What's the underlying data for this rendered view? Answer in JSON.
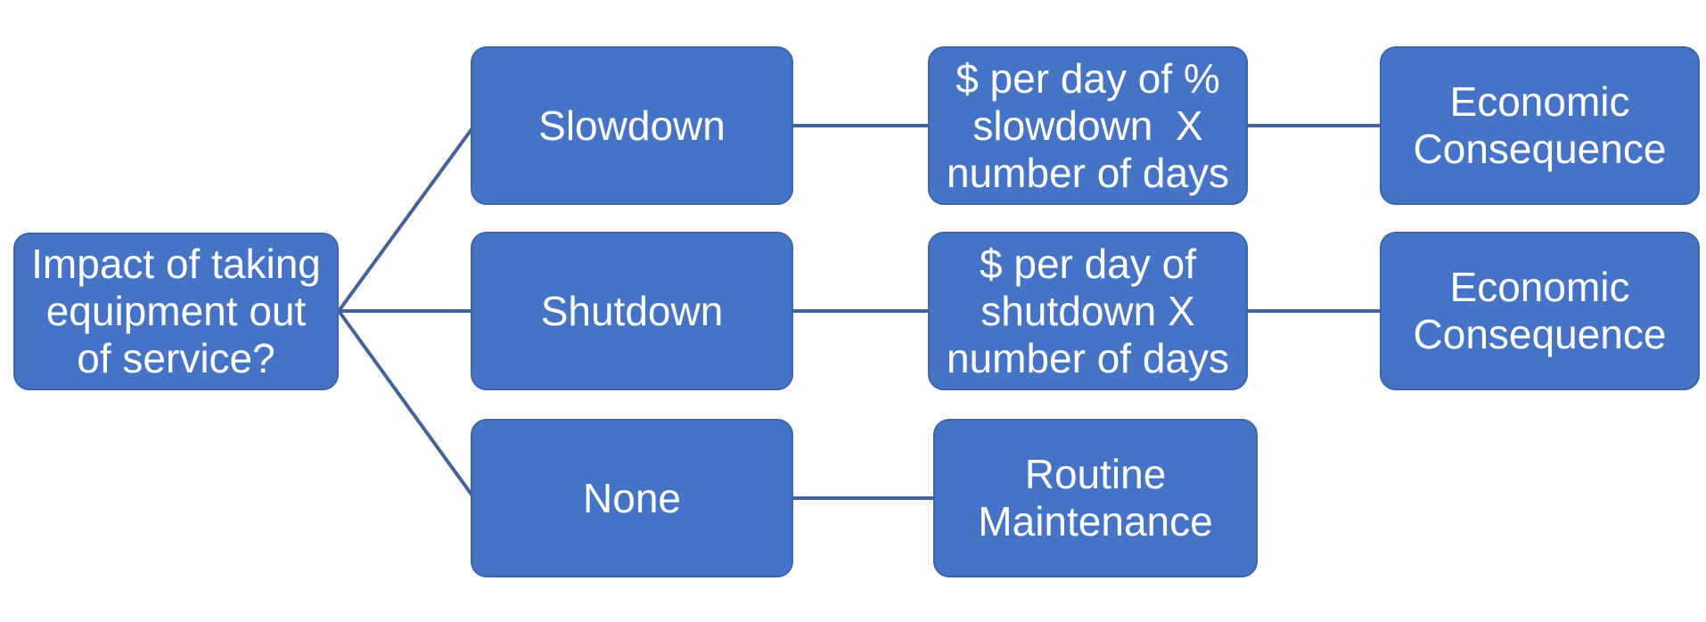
{
  "colors": {
    "node-fill": "#4573C5",
    "node-border": "#3D64A6",
    "connector": "#44639C",
    "node-text": "#FFFFFF",
    "background": "#FFFFFF"
  },
  "diagram": {
    "type": "decision-tree-flowchart",
    "nodes": [
      {
        "id": "decision",
        "lines": [
          "Impact of taking",
          "equipment out",
          "of service?"
        ]
      },
      {
        "id": "slowdown",
        "lines": [
          "Slowdown"
        ]
      },
      {
        "id": "shutdown",
        "lines": [
          "Shutdown"
        ]
      },
      {
        "id": "none",
        "lines": [
          "None"
        ]
      },
      {
        "id": "slowdown-cost",
        "lines": [
          "$ per day of %",
          "slowdown  X",
          "number of days"
        ]
      },
      {
        "id": "shutdown-cost",
        "lines": [
          "$ per day of",
          "shutdown X",
          "number of days"
        ]
      },
      {
        "id": "routine-maintenance",
        "lines": [
          "Routine",
          "Maintenance"
        ]
      },
      {
        "id": "economic-consequence-slowdown",
        "lines": [
          "Economic",
          "Consequence"
        ]
      },
      {
        "id": "economic-consequence-shutdown",
        "lines": [
          "Economic",
          "Consequence"
        ]
      }
    ],
    "edges": [
      {
        "from": "decision",
        "to": "slowdown"
      },
      {
        "from": "decision",
        "to": "shutdown"
      },
      {
        "from": "decision",
        "to": "none"
      },
      {
        "from": "slowdown",
        "to": "slowdown-cost"
      },
      {
        "from": "shutdown",
        "to": "shutdown-cost"
      },
      {
        "from": "none",
        "to": "routine-maintenance"
      },
      {
        "from": "slowdown-cost",
        "to": "economic-consequence-slowdown"
      },
      {
        "from": "shutdown-cost",
        "to": "economic-consequence-shutdown"
      }
    ]
  }
}
